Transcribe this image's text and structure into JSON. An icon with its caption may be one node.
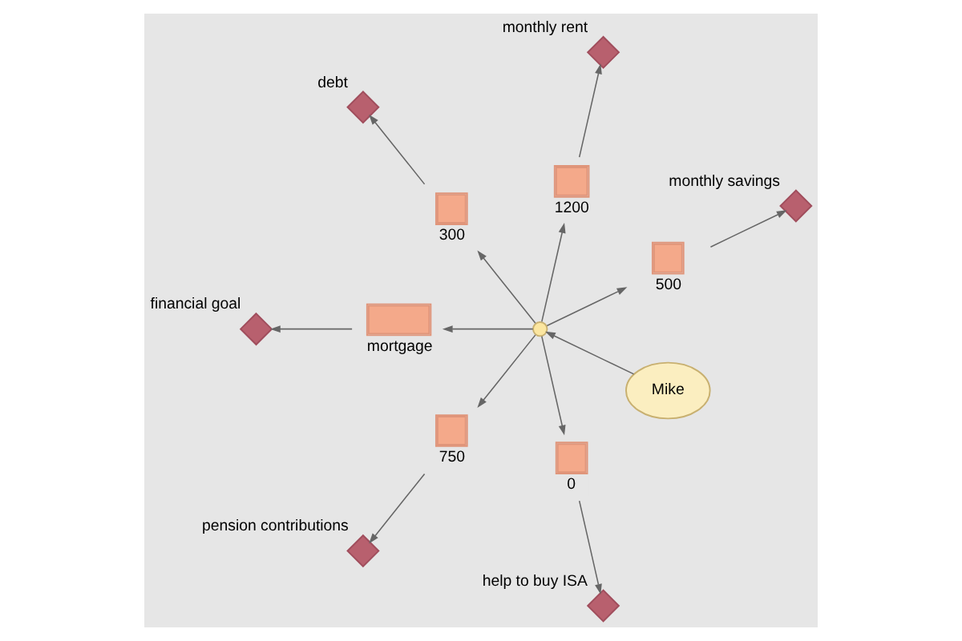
{
  "diagram": {
    "nodes": [
      {
        "text": [
          "monthly savings"
        ]
      },
      {
        "text": [
          "500"
        ]
      },
      {
        "text": [
          "monthly rent"
        ]
      },
      {
        "text": [
          "1200"
        ]
      },
      {
        "text": [
          "Mike"
        ]
      },
      {
        "text": [],
        "shape": "circle"
      },
      {
        "text": [
          "300"
        ]
      },
      {
        "text": [
          "debt"
        ]
      },
      {
        "text": [
          "mortgage"
        ]
      },
      {
        "text": [
          "750"
        ]
      },
      {
        "text": [
          "0"
        ]
      },
      {
        "text": [
          "financial goal"
        ]
      },
      {
        "text": [
          "pension contributions"
        ]
      },
      {
        "text": [
          "help to buy ISA"
        ]
      }
    ],
    "edges": [
      {
        "from": 4,
        "to": 5,
        "arrow": "to"
      },
      {
        "from": 5,
        "to": 1,
        "arrow": "to"
      },
      {
        "from": 5,
        "to": 3,
        "arrow": "to"
      },
      {
        "from": 5,
        "to": 6,
        "arrow": "to"
      },
      {
        "from": 5,
        "to": 9,
        "arrow": "to"
      },
      {
        "from": 5,
        "to": 10,
        "arrow": "to"
      },
      {
        "from": 5,
        "to": 8,
        "arrow": "to"
      },
      {
        "from": 1,
        "to": 0,
        "arrow": "to"
      },
      {
        "from": 3,
        "to": 2,
        "arrow": "to"
      },
      {
        "from": 6,
        "to": 7,
        "arrow": "to"
      },
      {
        "from": 9,
        "to": 12,
        "arrow": "to"
      },
      {
        "from": 10,
        "to": 13,
        "arrow": "to"
      },
      {
        "from": 8,
        "to": 11,
        "arrow": "to"
      }
    ]
  }
}
